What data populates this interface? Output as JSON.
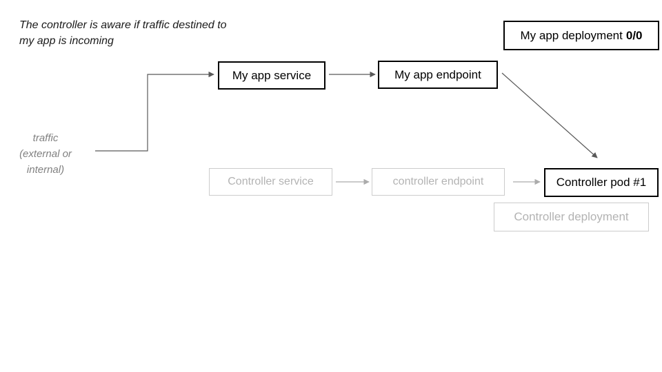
{
  "note": {
    "line1": "The controller is aware if traffic destined to",
    "line2": "my app is incoming"
  },
  "traffic_label": {
    "line1": "traffic",
    "line2": "(external or",
    "line3": "internal)"
  },
  "nodes": {
    "my_app_service": {
      "label": "My app service",
      "state": "active"
    },
    "my_app_endpoint": {
      "label": "My app endpoint",
      "state": "active"
    },
    "my_app_deployment": {
      "label": "My app deployment",
      "replicas": "0/0",
      "state": "active"
    },
    "controller_service": {
      "label": "Controller service",
      "state": "inactive"
    },
    "controller_endpoint": {
      "label": "controller endpoint",
      "state": "inactive"
    },
    "controller_pod_1": {
      "label": "Controller pod #1",
      "state": "active"
    },
    "controller_deployment": {
      "label": "Controller deployment",
      "state": "inactive"
    }
  },
  "edges": [
    {
      "from": "traffic",
      "to": "my_app_service",
      "style": "dark"
    },
    {
      "from": "my_app_service",
      "to": "my_app_endpoint",
      "style": "dark"
    },
    {
      "from": "my_app_endpoint",
      "to": "controller_pod_1",
      "style": "dark"
    },
    {
      "from": "controller_service",
      "to": "controller_endpoint",
      "style": "light"
    },
    {
      "from": "controller_endpoint",
      "to": "controller_pod_1",
      "style": "light"
    }
  ],
  "colors": {
    "active_border": "#000000",
    "active_text": "#000000",
    "inactive_border": "#cccccc",
    "inactive_text": "#b3b3b3",
    "dark_arrow": "#595959",
    "light_arrow": "#ababab",
    "traffic_text": "#808080",
    "background": "#ffffff"
  }
}
